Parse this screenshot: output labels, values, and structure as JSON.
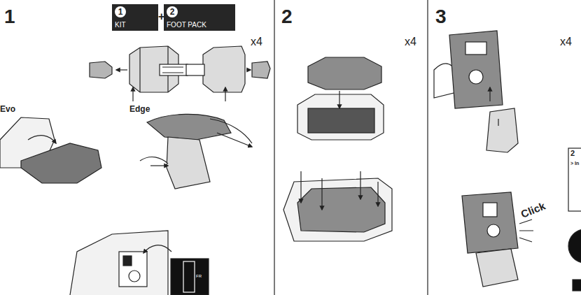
{
  "diagram": {
    "nodes": [
      {
        "text": [
          "1",
          "KIT"
        ]
      },
      {
        "text": [
          "2",
          "FOOT PACK"
        ]
      }
    ],
    "labels": [
      "1",
      "+",
      "x4",
      "Evo",
      "Edge",
      "FR",
      "2",
      "x4",
      "3",
      "x4",
      "Click",
      "2",
      "> In"
    ]
  }
}
